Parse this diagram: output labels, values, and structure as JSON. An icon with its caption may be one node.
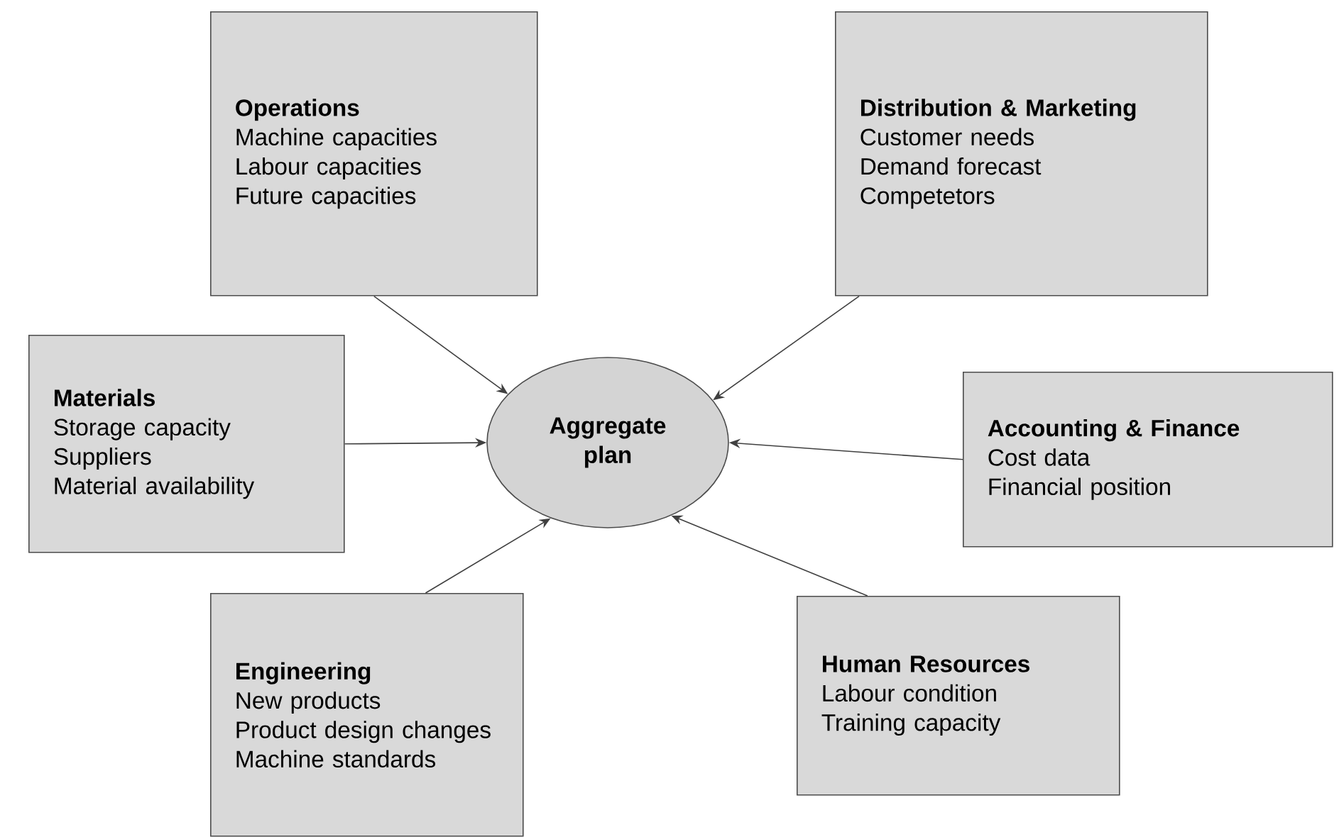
{
  "diagram": {
    "nodes": [
      {
        "text": [
          "Operations",
          "Machine capacities",
          "Labour capacities",
          "Future capacities"
        ]
      },
      {
        "text": [
          "Distribution & Marketing",
          "Customer needs",
          "Demand forecast",
          "Competetors"
        ]
      },
      {
        "text": [
          "Materials",
          "Storage capacity",
          "Suppliers",
          "Material availability"
        ]
      },
      {
        "text": [
          "Accounting & Finance",
          "Cost data",
          "Financial position"
        ]
      },
      {
        "text": [
          "Engineering",
          "New products",
          "Product design changes",
          "Machine standards"
        ]
      },
      {
        "text": [
          "Human Resources",
          "Labour condition",
          "Training capacity"
        ]
      },
      {
        "text": [
          "Aggregate plan"
        ]
      }
    ],
    "edges": [
      {
        "from": 0,
        "to": 6,
        "arrow": "to"
      },
      {
        "from": 1,
        "to": 6,
        "arrow": "to"
      },
      {
        "from": 2,
        "to": 6,
        "arrow": "to"
      },
      {
        "from": 3,
        "to": 6,
        "arrow": "to"
      },
      {
        "from": 4,
        "to": 6,
        "arrow": "to"
      },
      {
        "from": 5,
        "to": 6,
        "arrow": "to"
      }
    ]
  }
}
